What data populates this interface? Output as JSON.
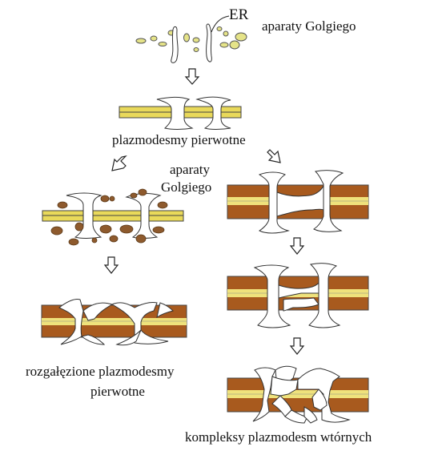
{
  "labels": {
    "er": "ER",
    "golgi_top": "aparaty Golgiego",
    "primary": "plazmodesmy pierwotne",
    "golgi_mid_line1": "aparaty",
    "golgi_mid_line2": "Golgiego",
    "branched_line1": "rozgałęzione plazmodesmy",
    "branched_line2": "pierwotne",
    "secondary": "kompleksy plazmodesm wtórnych"
  },
  "colors": {
    "wall_brown": "#a85a1e",
    "middle_lamella_yellow": "#efe27c",
    "vesicle_yellow": "#e5e388",
    "golgi_brown": "#8e5a2d",
    "outline": "#222222"
  }
}
